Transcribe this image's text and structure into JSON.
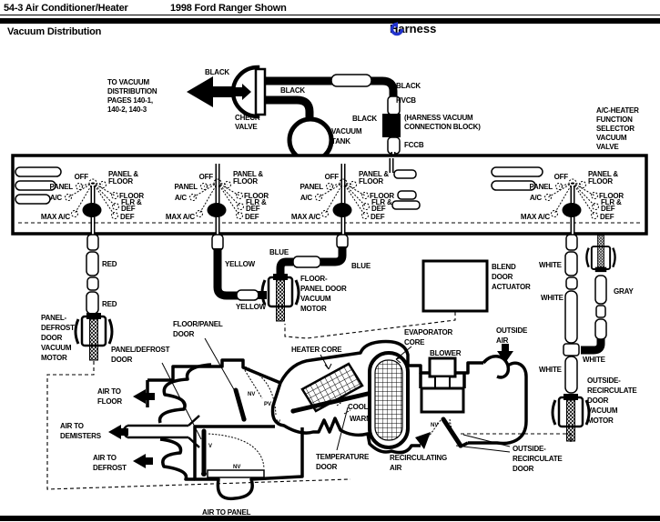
{
  "header": {
    "doc_ref": "54-3 Air Conditioner/Heater",
    "vehicle": "1998 Ford Ranger Shown",
    "section_title": "Vacuum Distribution",
    "harness_label": "Harness"
  },
  "colors": {
    "harness_blue": "#2233cc"
  },
  "top": {
    "to_vacuum": [
      "TO VACUUM",
      "DISTRIBUTION",
      "PAGES 140-1,",
      "140-2,  140-3"
    ],
    "check_valve": [
      "CHECK",
      "VALVE"
    ],
    "vacuum_tank": [
      "VACUUM",
      "TANK"
    ],
    "black_labels": [
      "BLACK",
      "BLACK",
      "BLACK",
      "BLACK"
    ],
    "hvcb": "HVCB",
    "hvcb_full": [
      "(HARNESS  VACUUM",
      "CONNECTION  BLOCK)"
    ],
    "fccb": "FCCB",
    "selector_valve": [
      "A/C-HEATER",
      "FUNCTION",
      "SELECTOR",
      "VACUUM",
      "VALVE"
    ]
  },
  "selector": {
    "off": "OFF",
    "panel": "PANEL",
    "ac": "A/C",
    "max_ac": "MAX A/C",
    "panel_floor": [
      "PANEL &",
      "FLOOR"
    ],
    "floor": "FLOOR",
    "flr_def": [
      "FLR &",
      "DEF"
    ],
    "def": "DEF"
  },
  "tube_labels": {
    "red": [
      "RED",
      "RED"
    ],
    "yellow": [
      "YELLOW",
      "YELLOW"
    ],
    "blue": [
      "BLUE",
      "BLUE"
    ],
    "white": [
      "WHITE",
      "WHITE",
      "WHITE",
      "WHITE"
    ],
    "gray": "GRAY"
  },
  "components": {
    "panel_defrost_motor": [
      "PANEL-",
      "DEFROST",
      "DOOR",
      "VACUUM",
      "MOTOR"
    ],
    "floor_panel_motor": [
      "FLOOR-",
      "PANEL DOOR",
      "VACUUM",
      "MOTOR"
    ],
    "outside_recirc_motor": [
      "OUTSIDE-",
      "RECIRCULATE",
      "DOOR",
      "VACUUM",
      "MOTOR"
    ],
    "blend_door_actuator": [
      "BLEND",
      "DOOR",
      "ACTUATOR"
    ],
    "heater_core": "HEATER  CORE",
    "evaporator_core": [
      "EVAPORATOR",
      "CORE"
    ],
    "blower": "BLOWER"
  },
  "doors": {
    "panel_defrost": [
      "PANEL/DEFROST",
      "DOOR"
    ],
    "floor_panel": [
      "FLOOR/PANEL",
      "DOOR"
    ],
    "temperature": [
      "TEMPERATURE",
      "DOOR"
    ],
    "outside_recirc": [
      "OUTSIDE-",
      "RECIRCULATE",
      "DOOR"
    ]
  },
  "airflow": {
    "air_to_floor": [
      "AIR TO",
      "FLOOR"
    ],
    "air_to_demisters": [
      "AIR TO",
      "DEMISTERS"
    ],
    "air_to_defrost": [
      "AIR TO",
      "DEFROST"
    ],
    "air_to_panel": "AIR TO PANEL",
    "outside_air": [
      "OUTSIDE",
      "AIR"
    ],
    "recirculating_air": [
      "RECIRCULATING",
      "AIR"
    ],
    "cool": "COOL",
    "warm": "WARM"
  },
  "markers": {
    "nv": "NV",
    "v": "V",
    "pv": "PV"
  }
}
